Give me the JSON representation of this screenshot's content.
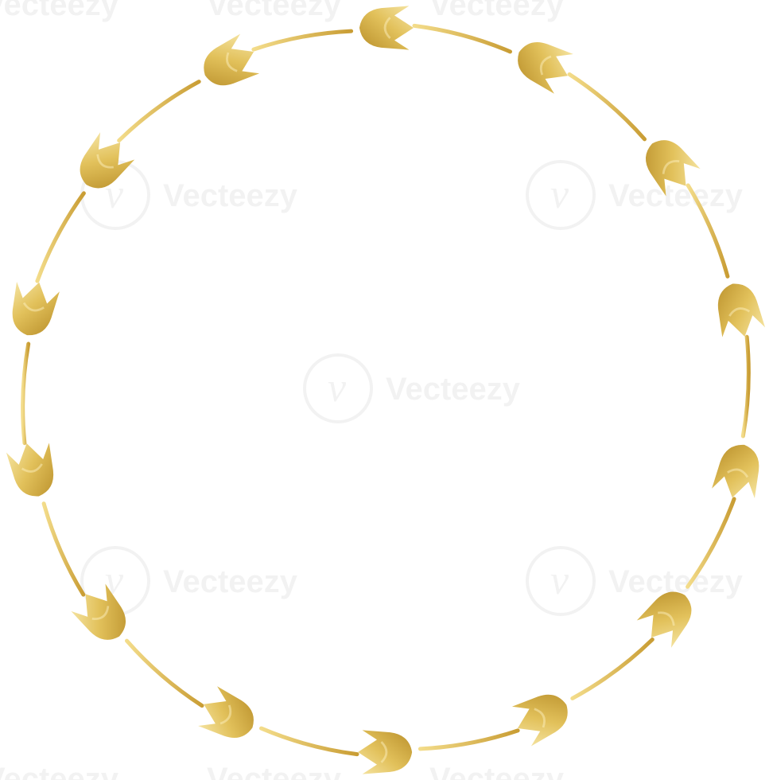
{
  "artwork": {
    "subject": "gold-tulip-wreath",
    "flower_count": 14,
    "colors": {
      "background": "#ffffff",
      "gold_light": "#f6e6a6",
      "gold_mid": "#e2c15b",
      "gold_dark": "#b98f2a"
    }
  },
  "watermark": {
    "brand": "Vecteezy",
    "glyph": "v"
  }
}
